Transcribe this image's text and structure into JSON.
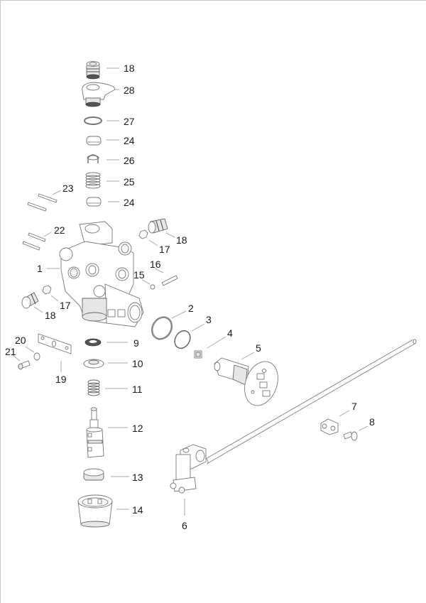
{
  "diagram": {
    "type": "exploded-parts-view",
    "callouts": [
      {
        "id": "18a",
        "number": "18"
      },
      {
        "id": "28",
        "number": "28"
      },
      {
        "id": "27",
        "number": "27"
      },
      {
        "id": "24a",
        "number": "24"
      },
      {
        "id": "26",
        "number": "26"
      },
      {
        "id": "25",
        "number": "25"
      },
      {
        "id": "24b",
        "number": "24"
      },
      {
        "id": "23",
        "number": "23"
      },
      {
        "id": "22",
        "number": "22"
      },
      {
        "id": "18b",
        "number": "18"
      },
      {
        "id": "17a",
        "number": "17"
      },
      {
        "id": "16",
        "number": "16"
      },
      {
        "id": "1",
        "number": "1"
      },
      {
        "id": "15",
        "number": "15"
      },
      {
        "id": "17b",
        "number": "17"
      },
      {
        "id": "18c",
        "number": "18"
      },
      {
        "id": "2",
        "number": "2"
      },
      {
        "id": "3",
        "number": "3"
      },
      {
        "id": "4",
        "number": "4"
      },
      {
        "id": "5",
        "number": "5"
      },
      {
        "id": "20",
        "number": "20"
      },
      {
        "id": "21",
        "number": "21"
      },
      {
        "id": "19",
        "number": "19"
      },
      {
        "id": "9",
        "number": "9"
      },
      {
        "id": "10",
        "number": "10"
      },
      {
        "id": "11",
        "number": "11"
      },
      {
        "id": "12",
        "number": "12"
      },
      {
        "id": "7",
        "number": "7"
      },
      {
        "id": "8",
        "number": "8"
      },
      {
        "id": "13",
        "number": "13"
      },
      {
        "id": "14",
        "number": "14"
      },
      {
        "id": "6",
        "number": "6"
      }
    ]
  }
}
